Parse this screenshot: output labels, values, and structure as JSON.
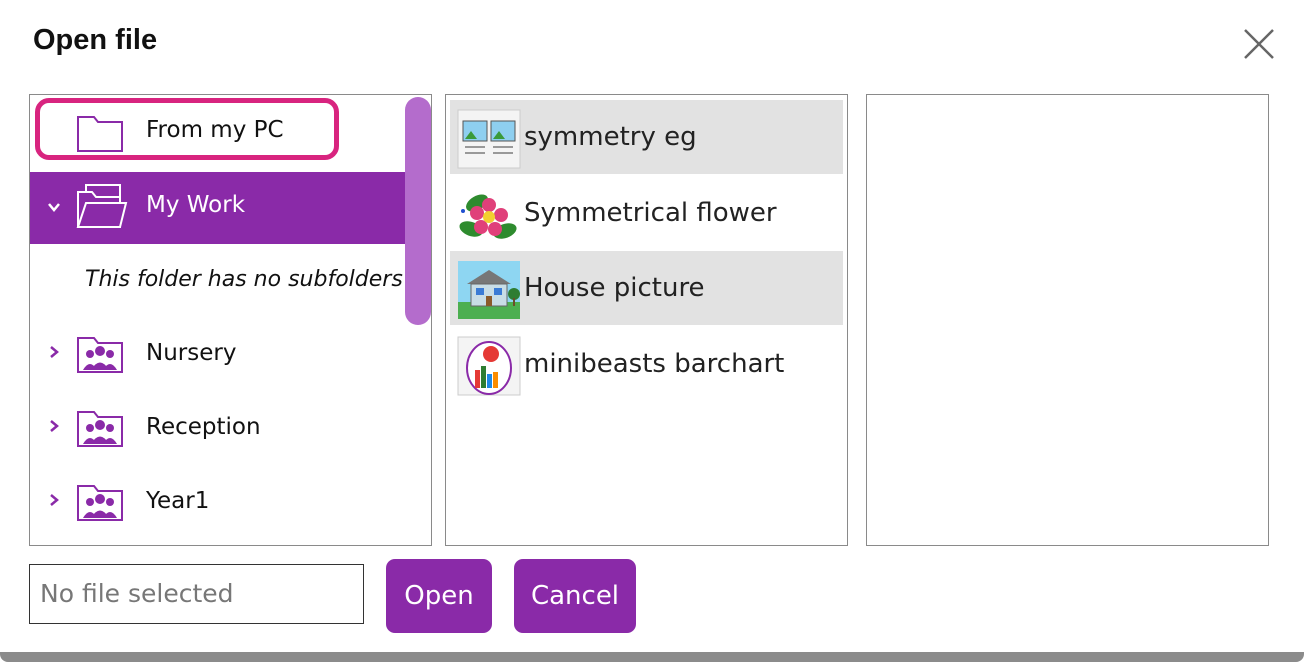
{
  "dialog": {
    "title": "Open file"
  },
  "folders": {
    "from_pc": "From my PC",
    "my_work": "My Work",
    "no_subfolders": "This folder has no subfolders",
    "nursery": "Nursery",
    "reception": "Reception",
    "year1": "Year1"
  },
  "files": [
    {
      "name": "symmetry eg",
      "selected": true
    },
    {
      "name": "Symmetrical flower",
      "selected": false
    },
    {
      "name": "House picture",
      "selected": true
    },
    {
      "name": "minibeasts barchart",
      "selected": false
    }
  ],
  "footer": {
    "filename_placeholder": "No file selected",
    "open_label": "Open",
    "cancel_label": "Cancel"
  },
  "colors": {
    "accent": "#8a2aa8",
    "highlight": "#d8247f",
    "scrollbar": "#b46ccc"
  },
  "icons": {
    "close": "close-icon",
    "folder": "folder-icon",
    "group_folder": "group-folder-icon",
    "chevron_down": "chevron-down-icon",
    "chevron_right": "chevron-right-icon"
  }
}
